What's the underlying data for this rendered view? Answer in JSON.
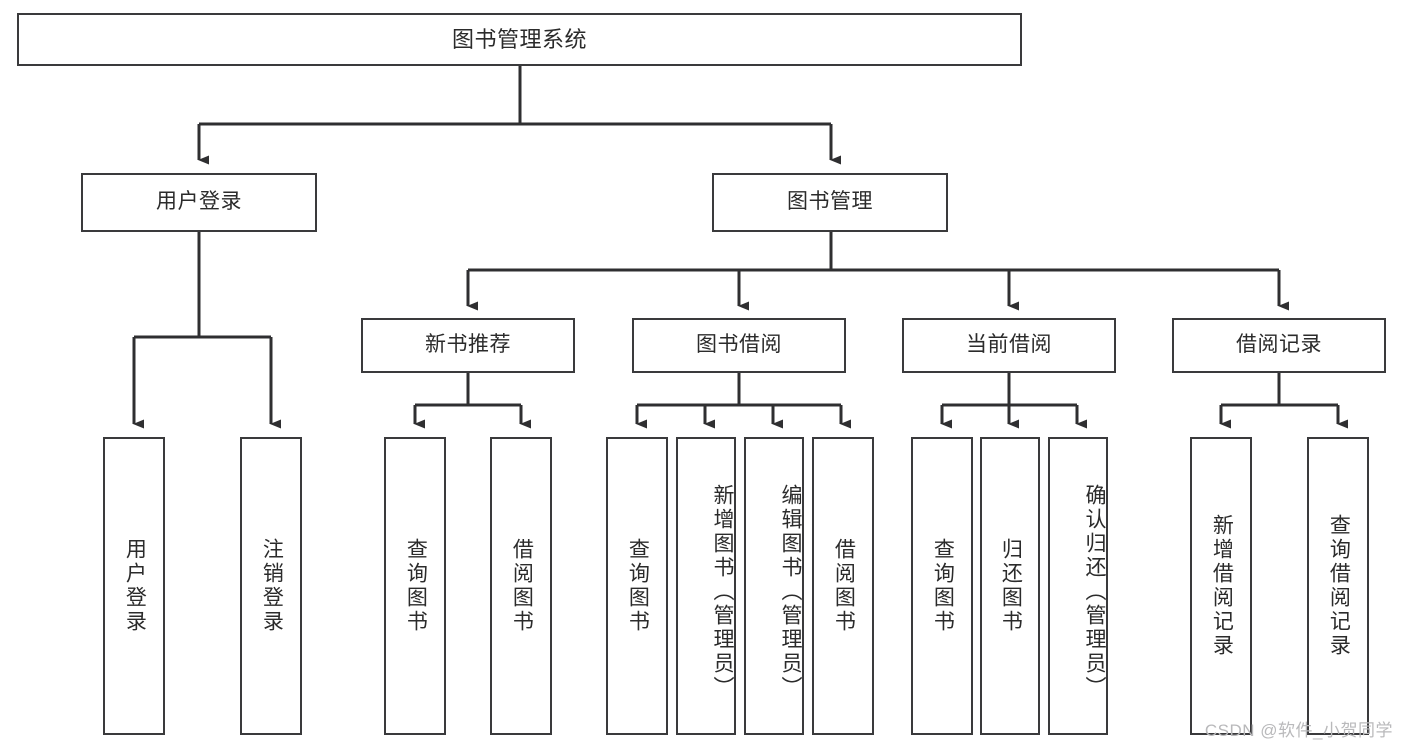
{
  "diagram": {
    "title": "图书管理系统",
    "type": "hierarchy-tree",
    "colors": {
      "background": "#ffffff",
      "node_border": "#3a3a3c",
      "node_fill": "#ffffff",
      "edge": "#2f2f31",
      "text": "#2b2b2b",
      "watermark": "#b9b9bb"
    },
    "root": {
      "label": "图书管理系统"
    },
    "level2": [
      {
        "id": "user-login",
        "label": "用户登录"
      },
      {
        "id": "book-manage",
        "label": "图书管理"
      }
    ],
    "level3": [
      {
        "id": "new-book-recommend",
        "label": "新书推荐"
      },
      {
        "id": "book-borrow",
        "label": "图书借阅"
      },
      {
        "id": "current-borrow",
        "label": "当前借阅"
      },
      {
        "id": "borrow-record",
        "label": "借阅记录"
      }
    ],
    "leaves": {
      "user_login": [
        {
          "id": "leaf-user-login",
          "label": "用户登录"
        },
        {
          "id": "leaf-logout-login",
          "label": "注销登录"
        }
      ],
      "new_book_recommend": [
        {
          "id": "leaf-query-book-1",
          "label": "查询图书"
        },
        {
          "id": "leaf-borrow-book-1",
          "label": "借阅图书"
        }
      ],
      "book_borrow": [
        {
          "id": "leaf-query-book-2",
          "label": "查询图书"
        },
        {
          "id": "leaf-add-book",
          "label": "新增图书（管理员）"
        },
        {
          "id": "leaf-edit-book",
          "label": "编辑图书（管理员）"
        },
        {
          "id": "leaf-borrow-book-2",
          "label": "借阅图书"
        }
      ],
      "current_borrow": [
        {
          "id": "leaf-query-book-3",
          "label": "查询图书"
        },
        {
          "id": "leaf-return-book",
          "label": "归还图书"
        },
        {
          "id": "leaf-confirm-return",
          "label": "确认归还（管理员）"
        }
      ],
      "borrow_record": [
        {
          "id": "leaf-add-record",
          "label": "新增借阅记录"
        },
        {
          "id": "leaf-query-record",
          "label": "查询借阅记录"
        }
      ]
    },
    "watermark": "CSDN @软件_小贺同学"
  }
}
